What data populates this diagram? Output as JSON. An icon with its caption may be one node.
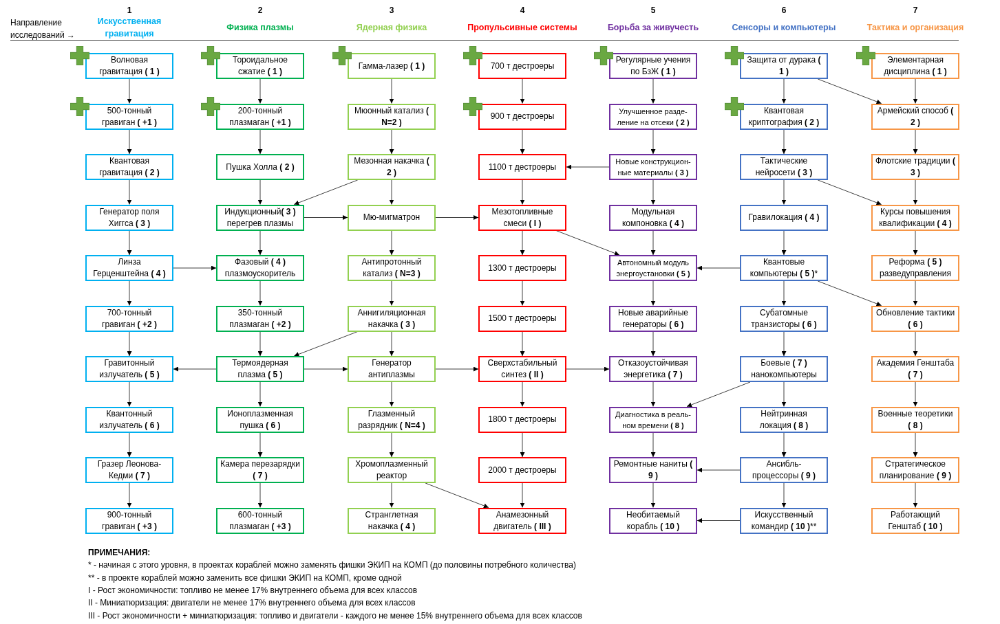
{
  "diagram": {
    "nodes": [
      {
        "text": [
          "Волновая гравитация **( 1 )**"
        ]
      },
      {
        "text": [
          "500-тонный гравиган **( +1 )**"
        ]
      },
      {
        "text": [
          "Квантовая гравитация **( 2 )**"
        ]
      },
      {
        "text": [
          "Генератор поля Хиггса **( 3 )**"
        ]
      },
      {
        "text": [
          "Линза Герценштейна **( 4 )**"
        ]
      },
      {
        "text": [
          "700-тонный гравиган **( +2 )**"
        ]
      },
      {
        "text": [
          "Гравитонный излучатель **( 5 )**"
        ]
      },
      {
        "text": [
          "Квантонный излучатель **( 6 )**"
        ]
      },
      {
        "text": [
          "Гразер Леонова-Кедми **( 7 )**"
        ]
      },
      {
        "text": [
          "900-тонный гравиган **( +3 )**"
        ]
      },
      {
        "text": [
          "Тороидальное сжатие **( 1 )**"
        ]
      },
      {
        "text": [
          "200-тонный плазмаган **( +1 )**"
        ]
      },
      {
        "text": [
          "Пушка Холла **( 2 )**"
        ]
      },
      {
        "text": [
          "Индукционный**( 3 )** перегрев плазмы"
        ]
      },
      {
        "text": [
          "Фазовый **( 4 )** плазмоускоритель"
        ]
      },
      {
        "text": [
          "350-тонный плазмаган **( +2 )**"
        ]
      },
      {
        "text": [
          "Термоядерная плазма **( 5 )**"
        ]
      },
      {
        "text": [
          "Ионоплазменная пушка **( 6 )**"
        ]
      },
      {
        "text": [
          "Камера перезарядки **( 7 )**"
        ]
      },
      {
        "text": [
          "600-тонный плазмаган **( +3 )**"
        ]
      },
      {
        "text": [
          "Гамма-лазер **( 1 )**"
        ]
      },
      {
        "text": [
          "Мюонный катализ **( N=2 )**"
        ]
      },
      {
        "text": [
          "Мезонная накачка **( 2 )**"
        ]
      },
      {
        "text": [
          "Мю-мигматрон"
        ]
      },
      {
        "text": [
          "Антипротонный катализ **( N=3 )**"
        ]
      },
      {
        "text": [
          "Аннигиляционная накачка **( 3 )**"
        ]
      },
      {
        "text": [
          "Генератор антиплазмы"
        ]
      },
      {
        "text": [
          "Глазменный разрядник **( N=4 )**"
        ]
      },
      {
        "text": [
          "Хромоплазменный реактор"
        ]
      },
      {
        "text": [
          "Странглетная накачка **( 4 )**"
        ]
      },
      {
        "text": [
          "700 т дестроеры"
        ]
      },
      {
        "text": [
          "900 т дестроеры"
        ]
      },
      {
        "text": [
          "1100 т дестроеры"
        ]
      },
      {
        "text": [
          "Мезотопливные смеси **( I )**"
        ]
      },
      {
        "text": [
          "1300 т дестроеры"
        ]
      },
      {
        "text": [
          "1500 т дестроеры"
        ]
      },
      {
        "text": [
          "Сверхстабильный синтез **( II )**"
        ]
      },
      {
        "text": [
          "1800 т дестроеры"
        ]
      },
      {
        "text": [
          "2000 т дестроеры"
        ]
      },
      {
        "text": [
          "Анамезонный двигатель **( III )**"
        ]
      },
      {
        "text": [
          "Регулярные учения по БзЖ **( 1 )**"
        ]
      },
      {
        "text": [
          "Улучшенное разде-ление на отсеки **( 2 )**"
        ]
      },
      {
        "text": [
          "Новые конструкцион-ные материалы **( 3 )**"
        ]
      },
      {
        "text": [
          "Модульная компоновка **( 4 )**"
        ]
      },
      {
        "text": [
          "Автономный модуль энергоустановки **( 5 )**"
        ]
      },
      {
        "text": [
          "Новые аварийные генераторы **( 6 )**"
        ]
      },
      {
        "text": [
          "Отказоустойчивая энергетика **( 7 )**"
        ]
      },
      {
        "text": [
          "Диагностика в реаль-ном времени **( 8 )**"
        ]
      },
      {
        "text": [
          "Ремонтные наниты **( 9 )**"
        ]
      },
      {
        "text": [
          "Необитаемый корабль **( 10 )**"
        ]
      },
      {
        "text": [
          "Защита от дурака **( 1 )**"
        ]
      },
      {
        "text": [
          "Квантовая криптография **( 2 )**"
        ]
      },
      {
        "text": [
          "Тактические нейросети **( 3 )**"
        ]
      },
      {
        "text": [
          "Гравилокация **( 4 )**"
        ]
      },
      {
        "text": [
          "Квантовые компьютеры **( 5 )***"
        ]
      },
      {
        "text": [
          "Субатомные транзисторы **( 6 )**"
        ]
      },
      {
        "text": [
          "Боевые **( 7 )** нанокомпьютеры"
        ]
      },
      {
        "text": [
          "Нейтринная локация **( 8 )**"
        ]
      },
      {
        "text": [
          "Ансибль-процессоры **( 9 )**"
        ]
      },
      {
        "text": [
          "Искусственный командир **( 10 )****"
        ]
      },
      {
        "text": [
          "Элементарная дисциплина **( 1 )**"
        ]
      },
      {
        "text": [
          "Армейский способ **( 2 )**"
        ]
      },
      {
        "text": [
          "Флотские традиции **( 3 )**"
        ]
      },
      {
        "text": [
          "Курсы повышения квалификации **( 4 )**"
        ]
      },
      {
        "text": [
          "Реформа **( 5 )** разведуправления"
        ]
      },
      {
        "text": [
          "Обновление тактики **( 6 )**"
        ]
      },
      {
        "text": [
          "Академия Генштаба **( 7 )**"
        ]
      },
      {
        "text": [
          "Военные теоретики **( 8 )**"
        ]
      },
      {
        "text": [
          "Стратегическое планирование **( 9 )**"
        ]
      },
      {
        "text": [
          "Работающий Генштаб **( 10 )**"
        ]
      }
    ],
    "edges": [
      {
        "from": 0,
        "to": 1,
        "arrow": "to"
      },
      {
        "from": 1,
        "to": 2,
        "arrow": "to"
      },
      {
        "from": 2,
        "to": 3,
        "arrow": "to"
      },
      {
        "from": 3,
        "to": 4,
        "arrow": "to"
      },
      {
        "from": 4,
        "to": 5,
        "arrow": "to"
      },
      {
        "from": 5,
        "to": 6,
        "arrow": "to"
      },
      {
        "from": 6,
        "to": 7,
        "arrow": "to"
      },
      {
        "from": 7,
        "to": 8,
        "arrow": "to"
      },
      {
        "from": 8,
        "to": 9,
        "arrow": "to"
      },
      {
        "from": 10,
        "to": 11,
        "arrow": "to"
      },
      {
        "from": 11,
        "to": 12,
        "arrow": "to"
      },
      {
        "from": 12,
        "to": 13,
        "arrow": "to"
      },
      {
        "from": 13,
        "to": 14,
        "arrow": "to"
      },
      {
        "from": 14,
        "to": 15,
        "arrow": "to"
      },
      {
        "from": 15,
        "to": 16,
        "arrow": "to"
      },
      {
        "from": 16,
        "to": 17,
        "arrow": "to"
      },
      {
        "from": 17,
        "to": 18,
        "arrow": "to"
      },
      {
        "from": 18,
        "to": 19,
        "arrow": "to"
      },
      {
        "from": 20,
        "to": 21,
        "arrow": "to"
      },
      {
        "from": 21,
        "to": 22,
        "arrow": "to"
      },
      {
        "from": 22,
        "to": 23,
        "arrow": "to"
      },
      {
        "from": 23,
        "to": 24,
        "arrow": "to"
      },
      {
        "from": 24,
        "to": 25,
        "arrow": "to"
      },
      {
        "from": 25,
        "to": 26,
        "arrow": "to"
      },
      {
        "from": 26,
        "to": 27,
        "arrow": "to"
      },
      {
        "from": 27,
        "to": 28,
        "arrow": "to"
      },
      {
        "from": 28,
        "to": 29,
        "arrow": "to"
      },
      {
        "from": 30,
        "to": 31,
        "arrow": "to"
      },
      {
        "from": 31,
        "to": 32,
        "arrow": "to"
      },
      {
        "from": 32,
        "to": 33,
        "arrow": "to"
      },
      {
        "from": 33,
        "to": 34,
        "arrow": "to"
      },
      {
        "from": 34,
        "to": 35,
        "arrow": "to"
      },
      {
        "from": 35,
        "to": 36,
        "arrow": "to"
      },
      {
        "from": 36,
        "to": 37,
        "arrow": "to"
      },
      {
        "from": 37,
        "to": 38,
        "arrow": "to"
      },
      {
        "from": 38,
        "to": 39,
        "arrow": "to"
      },
      {
        "from": 40,
        "to": 41,
        "arrow": "to"
      },
      {
        "from": 41,
        "to": 42,
        "arrow": "to"
      },
      {
        "from": 42,
        "to": 43,
        "arrow": "to"
      },
      {
        "from": 43,
        "to": 44,
        "arrow": "to"
      },
      {
        "from": 44,
        "to": 45,
        "arrow": "to"
      },
      {
        "from": 45,
        "to": 46,
        "arrow": "to"
      },
      {
        "from": 46,
        "to": 47,
        "arrow": "to"
      },
      {
        "from": 47,
        "to": 48,
        "arrow": "to"
      },
      {
        "from": 48,
        "to": 49,
        "arrow": "to"
      },
      {
        "from": 50,
        "to": 51,
        "arrow": "to"
      },
      {
        "from": 51,
        "to": 52,
        "arrow": "to"
      },
      {
        "from": 52,
        "to": 53,
        "arrow": "to"
      },
      {
        "from": 53,
        "to": 54,
        "arrow": "to"
      },
      {
        "from": 54,
        "to": 55,
        "arrow": "to"
      },
      {
        "from": 55,
        "to": 56,
        "arrow": "to"
      },
      {
        "from": 56,
        "to": 57,
        "arrow": "to"
      },
      {
        "from": 57,
        "to": 58,
        "arrow": "to"
      },
      {
        "from": 58,
        "to": 59,
        "arrow": "to"
      },
      {
        "from": 60,
        "to": 61,
        "arrow": "to"
      },
      {
        "from": 61,
        "to": 62,
        "arrow": "to"
      },
      {
        "from": 62,
        "to": 63,
        "arrow": "to"
      },
      {
        "from": 63,
        "to": 64,
        "arrow": "to"
      },
      {
        "from": 64,
        "to": 65,
        "arrow": "to"
      },
      {
        "from": 65,
        "to": 66,
        "arrow": "to"
      },
      {
        "from": 66,
        "to": 67,
        "arrow": "to"
      },
      {
        "from": 67,
        "to": 68,
        "arrow": "to"
      },
      {
        "from": 68,
        "to": 69,
        "arrow": "to"
      },
      {
        "from": 4,
        "to": 14,
        "arrow": "to"
      },
      {
        "from": 22,
        "to": 13,
        "arrow": "to"
      },
      {
        "from": 13,
        "to": 23,
        "arrow": "to"
      },
      {
        "from": 23,
        "to": 33,
        "arrow": "to"
      },
      {
        "from": 42,
        "to": 32,
        "arrow": "to"
      },
      {
        "from": 33,
        "to": 44,
        "arrow": "to"
      },
      {
        "from": 54,
        "to": 44,
        "arrow": "to"
      },
      {
        "from": 50,
        "to": 61,
        "arrow": "to"
      },
      {
        "from": 52,
        "to": 63,
        "arrow": "to"
      },
      {
        "from": 54,
        "to": 65,
        "arrow": "to"
      },
      {
        "from": 25,
        "to": 16,
        "arrow": "to"
      },
      {
        "from": 16,
        "to": 6,
        "arrow": "to"
      },
      {
        "from": 16,
        "to": 26,
        "arrow": "to"
      },
      {
        "from": 26,
        "to": 36,
        "arrow": "to"
      },
      {
        "from": 36,
        "to": 46,
        "arrow": "to"
      },
      {
        "from": 56,
        "to": 47,
        "arrow": "to"
      },
      {
        "from": 58,
        "to": 48,
        "arrow": "to"
      },
      {
        "from": 59,
        "to": 49,
        "arrow": "to"
      },
      {
        "from": 28,
        "to": 39,
        "arrow": "to"
      }
    ],
    "labels": [
      "Направление исследований →",
      "1",
      "Искусственная гравитация",
      "2",
      "Физика плазмы",
      "3",
      "Ядерная физика",
      "4",
      "Пропульсивные системы",
      "5",
      "Борьба за живучесть",
      "6",
      "Сенсоры и компьютеры",
      "7",
      "Тактика и организация",
      "ПРИМЕЧАНИЯ:",
      "* - начиная с этого уровня, в проектах кораблей можно заменять фишки ЭКИП на КОМП (до половины потребного количества)",
      "** - в проекте кораблей можно заменить все фишки ЭКИП на КОМП, кроме одной",
      "I - Рост экономичности: топливо не менее 17% внутреннего объема для всех классов",
      "II - Миниатюризация: двигатели не менее 17% внутреннего объема для всех классов",
      "III - Рост экономичности + миниатюризация: топливо и двигатели - каждого не менее 15% внутреннего объема для всех классов"
    ]
  }
}
